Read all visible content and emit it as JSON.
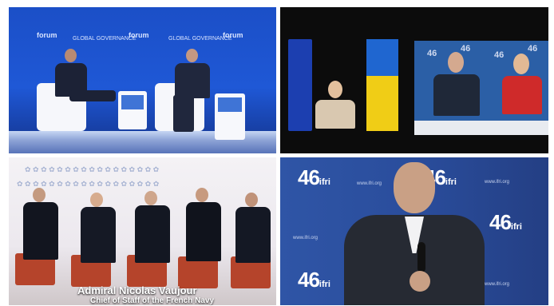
{
  "panel1": {
    "backdrop_text": "GLOBAL GOVERNANCE",
    "backdrop_logo": "forum"
  },
  "panel2": {
    "backdrop_mark": "46"
  },
  "panel3": {
    "caption_name": "Admiral Nicolas Vaujour",
    "caption_title": "Chief of Staff of the French Navy"
  },
  "panel4": {
    "logo_number": "46",
    "logo_word": "ifri",
    "website": "www.ifri.org"
  },
  "colors": {
    "panel1_bg": "#1f58d6",
    "panel2_bg": "#0c0c0c",
    "panel4_bg": "#2a4d9c",
    "caption_text": "#ffffff"
  }
}
